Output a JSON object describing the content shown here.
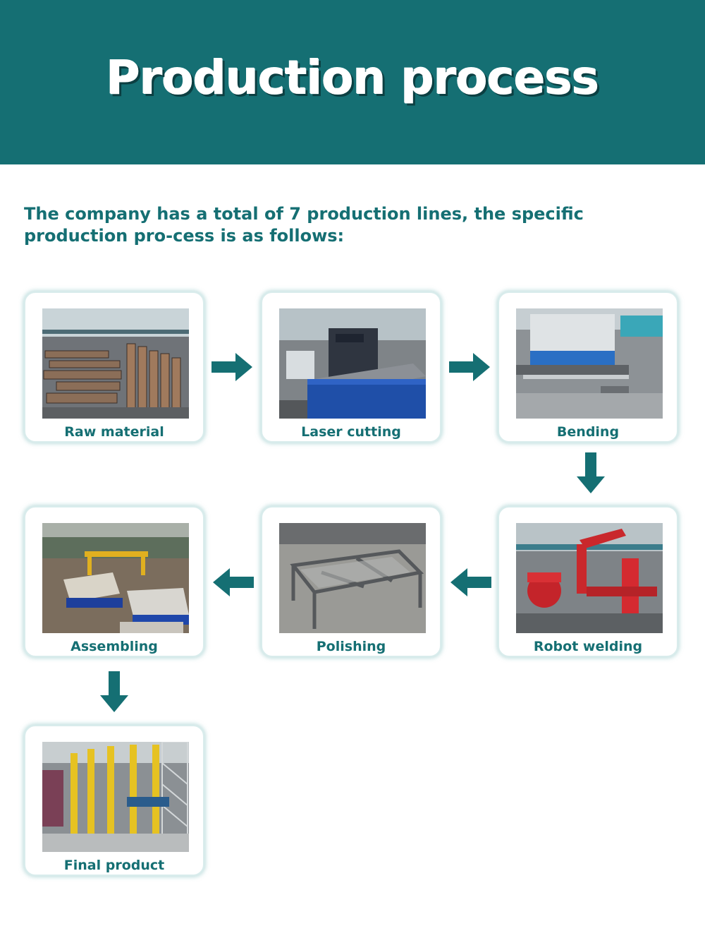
{
  "banner": {
    "title": "Production process",
    "color": "#156f73"
  },
  "intro": "The company has a total of 7 production lines, the specific production pro-cess is as follows:",
  "steps": [
    {
      "label": "Raw material",
      "photo": "raw-material-photo"
    },
    {
      "label": "Laser cutting",
      "photo": "laser-cutting-photo"
    },
    {
      "label": "Bending",
      "photo": "bending-photo"
    },
    {
      "label": "Robot welding",
      "photo": "robot-welding-photo"
    },
    {
      "label": "Polishing",
      "photo": "polishing-photo"
    },
    {
      "label": "Assembling",
      "photo": "assembling-photo"
    },
    {
      "label": "Final product",
      "photo": "final-product-photo"
    }
  ],
  "arrow_color": "#156f73",
  "arrows": [
    "arrow-right",
    "arrow-right",
    "arrow-down",
    "arrow-left",
    "arrow-left",
    "arrow-down"
  ]
}
